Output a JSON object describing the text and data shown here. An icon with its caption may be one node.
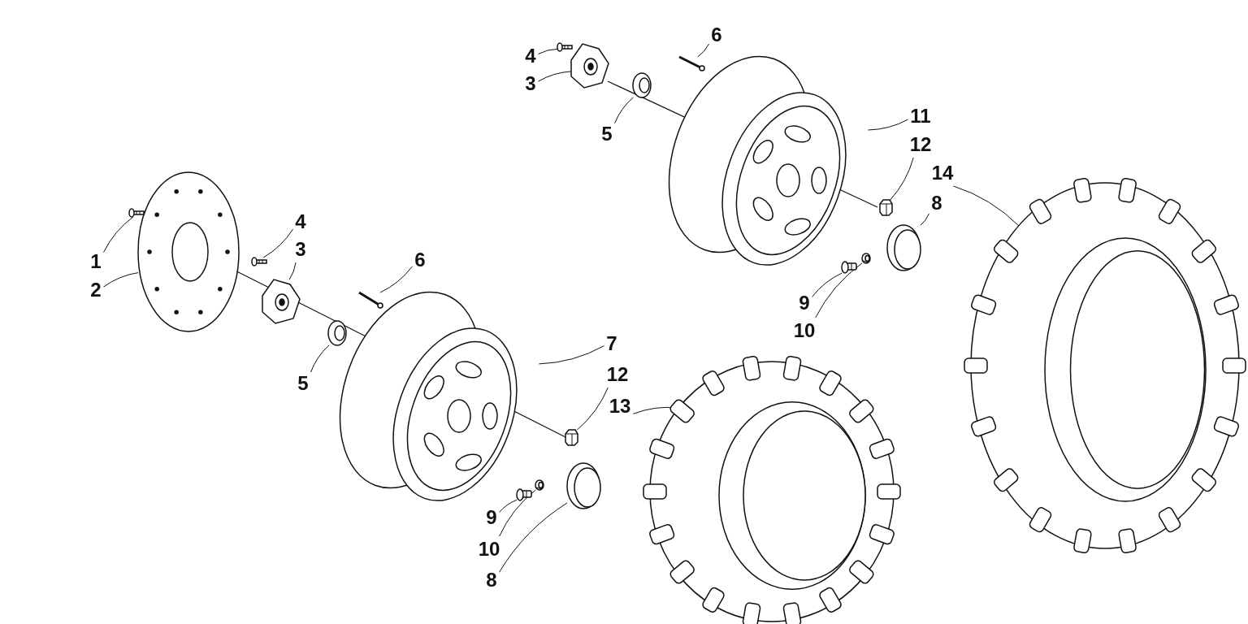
{
  "diagram": {
    "nodes": [
      {
        "text": [
          "6"
        ]
      },
      {
        "text": [
          "4"
        ]
      },
      {
        "text": [
          "3"
        ]
      },
      {
        "text": [
          "11"
        ]
      },
      {
        "text": [
          "5"
        ]
      },
      {
        "text": [
          "12"
        ]
      },
      {
        "text": [
          "14"
        ]
      },
      {
        "text": [
          "8"
        ]
      },
      {
        "text": [
          "4"
        ]
      },
      {
        "text": [
          "6"
        ]
      },
      {
        "text": [
          "1"
        ]
      },
      {
        "text": [
          "2"
        ]
      },
      {
        "text": [
          "3"
        ]
      },
      {
        "text": [
          "9"
        ]
      },
      {
        "text": [
          "10"
        ]
      },
      {
        "text": [
          "7"
        ]
      },
      {
        "text": [
          "5"
        ]
      },
      {
        "text": [
          "12"
        ]
      },
      {
        "text": [
          "13"
        ]
      },
      {
        "text": [
          "9"
        ]
      },
      {
        "text": [
          "10"
        ]
      },
      {
        "text": [
          "8"
        ]
      },
      {
        "text": [],
        "shape": "picture"
      },
      {
        "text": [],
        "shape": "picture"
      },
      {
        "text": [],
        "shape": "picture"
      },
      {
        "text": [],
        "shape": "picture"
      },
      {
        "text": [],
        "shape": "picture"
      },
      {
        "text": [],
        "shape": "picture"
      },
      {
        "text": [],
        "shape": "picture"
      },
      {
        "text": [],
        "shape": "picture"
      },
      {
        "text": [],
        "shape": "picture"
      },
      {
        "text": [],
        "shape": "picture"
      },
      {
        "text": [],
        "shape": "picture"
      },
      {
        "text": [],
        "shape": "picture"
      },
      {
        "text": [],
        "shape": "picture"
      },
      {
        "text": [],
        "shape": "picture"
      },
      {
        "text": [],
        "shape": "picture"
      },
      {
        "text": [],
        "shape": "picture"
      },
      {
        "text": [],
        "shape": "picture"
      },
      {
        "text": [],
        "shape": "picture"
      },
      {
        "text": [],
        "shape": "picture"
      },
      {
        "text": [],
        "shape": "picture"
      },
      {
        "text": [],
        "shape": "picture"
      },
      {
        "text": [],
        "shape": "picture"
      }
    ],
    "edges": [
      {
        "from": 0,
        "to": 25,
        "arrow": "none"
      },
      {
        "from": 1,
        "to": 23,
        "arrow": "none"
      },
      {
        "from": 2,
        "to": 22,
        "arrow": "none"
      },
      {
        "from": 3,
        "to": 26,
        "arrow": "none"
      },
      {
        "from": 4,
        "to": 24,
        "arrow": "none"
      },
      {
        "from": 5,
        "to": 27,
        "arrow": "none"
      },
      {
        "from": 6,
        "to": 31,
        "arrow": "none"
      },
      {
        "from": 7,
        "to": 28,
        "arrow": "none"
      },
      {
        "from": 8,
        "to": 34,
        "arrow": "none"
      },
      {
        "from": 9,
        "to": 37,
        "arrow": "none"
      },
      {
        "from": 10,
        "to": 33,
        "arrow": "none"
      },
      {
        "from": 11,
        "to": 32,
        "arrow": "none"
      },
      {
        "from": 12,
        "to": 35,
        "arrow": "none"
      },
      {
        "from": 13,
        "to": 29,
        "arrow": "none"
      },
      {
        "from": 14,
        "to": 30,
        "arrow": "none"
      },
      {
        "from": 15,
        "to": 38,
        "arrow": "none"
      },
      {
        "from": 16,
        "to": 36,
        "arrow": "none"
      },
      {
        "from": 17,
        "to": 39,
        "arrow": "none"
      },
      {
        "from": 18,
        "to": 43,
        "arrow": "none"
      },
      {
        "from": 19,
        "to": 41,
        "arrow": "none"
      },
      {
        "from": 20,
        "to": 42,
        "arrow": "none"
      },
      {
        "from": 21,
        "to": 40,
        "arrow": "none"
      }
    ]
  }
}
